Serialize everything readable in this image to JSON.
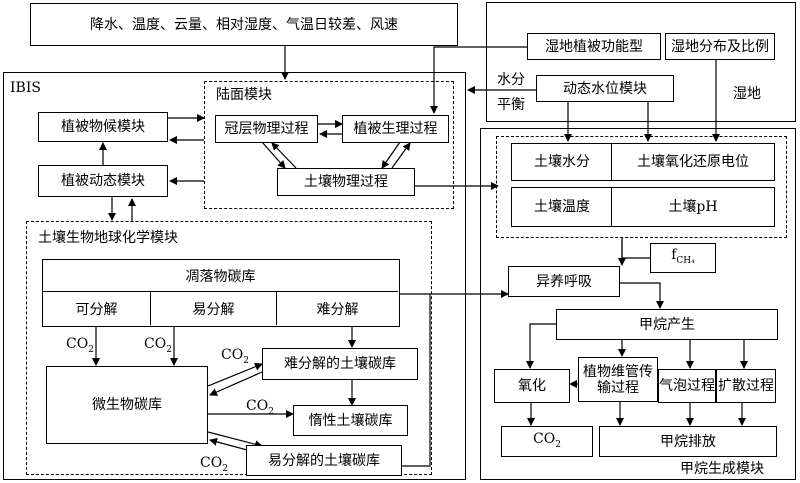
{
  "top_inputs": "降水、温度、云量、相对湿度、气温日较差、风速",
  "ibis": {
    "label": "IBIS",
    "land_module": "陆面模块",
    "canopy": "冠层物理过程",
    "plant_phys": "植被生理过程",
    "soil_phys": "土壤物理过程",
    "phenology": "植被物候模块",
    "veg_dynamic": "植被动态模块",
    "biogeo": {
      "title": "土壤生物地球化学模块",
      "litter": "凋落物碳库",
      "cols": [
        "可分解",
        "易分解",
        "难分解"
      ],
      "microbe": "微生物碳库",
      "hard_soil": "难分解的土壤碳库",
      "inert_soil": "惰性土壤碳库",
      "easy_soil": "易分解的土壤碳库",
      "co2_label": "CO",
      "co2_sub": "2"
    }
  },
  "wetland": {
    "label": "湿地",
    "func_type": "湿地植被功能型",
    "dist": "湿地分布及比例",
    "water_balance_1": "水分",
    "water_balance_2": "平衡",
    "water_level": "动态水位模块"
  },
  "methane": {
    "label": "甲烷生成模块",
    "soil_moisture": "土壤水分",
    "redox": "土壤氧化还原电位",
    "soil_temp": "土壤温度",
    "soil_ph": "土壤pH",
    "f_label": "f",
    "f_sub": "CH₄",
    "hetero": "异养呼吸",
    "produce": "甲烷产生",
    "oxidation": "氧化",
    "plant_transport": "植物维管传输过程",
    "bubble": "气泡过程",
    "diffusion": "扩散过程",
    "co2_label": "CO",
    "co2_sub": "2",
    "emission": "甲烷排放"
  }
}
